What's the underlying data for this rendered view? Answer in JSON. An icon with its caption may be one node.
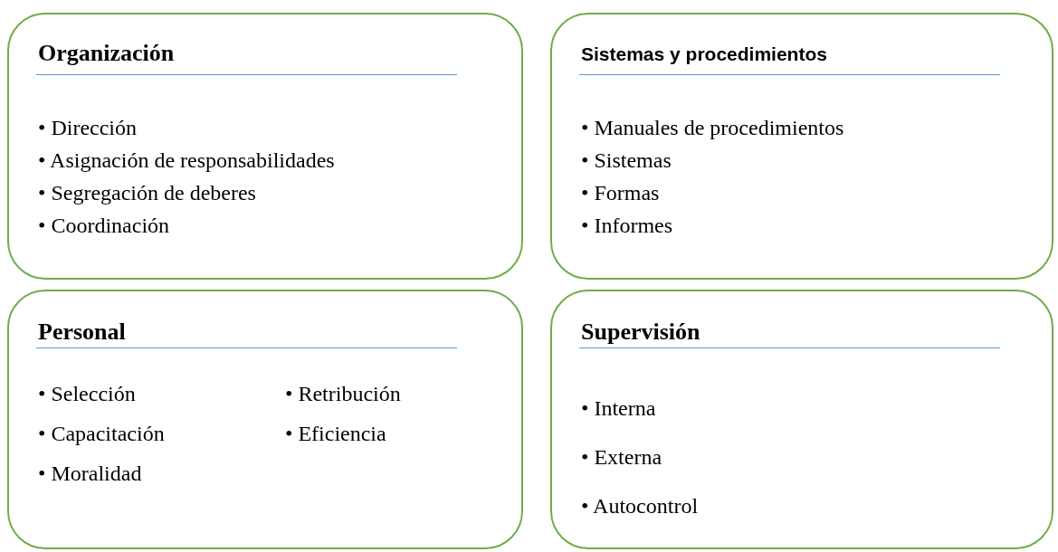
{
  "diagram": {
    "nodes": [
      {
        "text": [
          "Organización",
          "• Dirección",
          "• Asignación de responsabilidades",
          "• Segregación de deberes",
          "• Coordinación"
        ]
      },
      {
        "text": [
          "Sistemas y procedimientos",
          "• Manuales de procedimientos",
          "• Sistemas",
          "• Formas",
          "• Informes"
        ]
      },
      {
        "text": [
          "Personal",
          "• Selección",
          "• Retribución",
          "• Capacitación",
          "• Eficiencia",
          "• Moralidad"
        ]
      },
      {
        "text": [
          "Supervisión",
          "• Interna",
          "• Externa",
          "• Autocontrol"
        ]
      }
    ]
  }
}
